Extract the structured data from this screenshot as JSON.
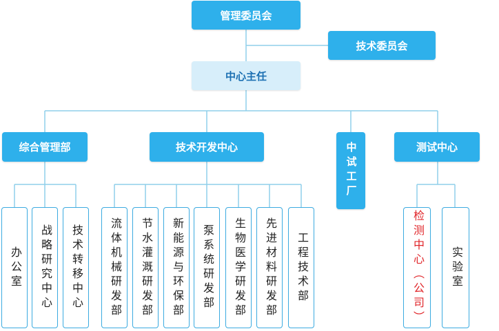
{
  "top": {
    "management_committee": "管理委员会",
    "technical_committee": "技术委员会",
    "center_director": "中心主任"
  },
  "departments": {
    "general_management": "综合管理部",
    "tech_dev_center": "技术开发中心",
    "pilot_plant": "中试工厂",
    "testing_center": "测试中心"
  },
  "general_management_units": [
    "办公室",
    "战略研究中心",
    "技术转移中心"
  ],
  "tech_dev_units": [
    "流体机械研发部",
    "节水灌溉研发部",
    "新能源与环保部",
    "泵系统研发部",
    "生物医学研发部",
    "先进材料研发部",
    "工程技术部"
  ],
  "testing_units": [
    "检测中心（公司）",
    "实验室"
  ],
  "colors": {
    "primary": "#2eb0eb",
    "light": "#d7eefa",
    "line": "#8fcfea",
    "outline": "#3aaae0",
    "highlight_text": "#e0262a"
  }
}
